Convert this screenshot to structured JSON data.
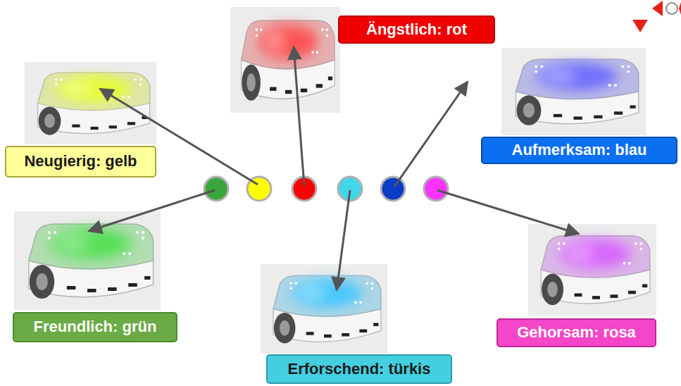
{
  "diagram": {
    "nodes": [
      {
        "text": [
          "Ängstlich: rot"
        ]
      },
      {
        "text": [
          "Neugierig: gelb"
        ]
      },
      {
        "text": [
          "Aufmerksam: blau"
        ]
      },
      {
        "text": [
          "Freundlich: grün"
        ]
      },
      {
        "text": [
          "Gehorsam: rosa"
        ]
      },
      {
        "text": [
          "Erforschend: türkis"
        ]
      }
    ]
  }
}
